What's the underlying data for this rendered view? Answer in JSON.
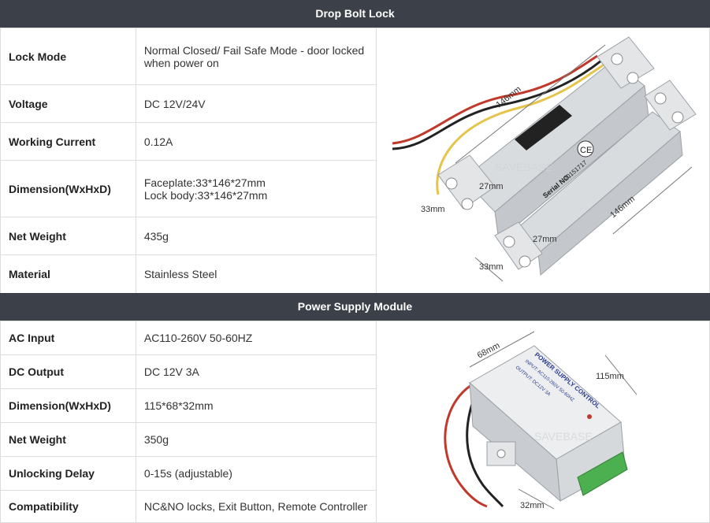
{
  "sections": {
    "drop_bolt": {
      "title": "Drop Bolt Lock",
      "rows": [
        {
          "label": "Lock Mode",
          "lines": [
            "Normal Closed/ Fail Safe Mode - door locked",
            "when power on"
          ]
        },
        {
          "label": "Voltage",
          "lines": [
            "DC 12V/24V"
          ]
        },
        {
          "label": "Working Current",
          "lines": [
            "0.12A"
          ]
        },
        {
          "label": "Dimension(WxHxD)",
          "lines": [
            "Faceplate:33*146*27mm",
            "Lock body:33*146*27mm"
          ]
        },
        {
          "label": "Net Weight",
          "lines": [
            "435g"
          ]
        },
        {
          "label": "Material",
          "lines": [
            "Stainless Steel"
          ]
        }
      ],
      "image": {
        "dim_146_top": "146mm",
        "dim_146_right": "146mm",
        "dim_27_body": "27mm",
        "dim_33_body": "33mm",
        "dim_27_plate": "27mm",
        "dim_33_plate": "33mm",
        "serial_label": "Serial NO.",
        "serial_value": "20151717",
        "watermark": "SAVEBASE",
        "ce_mark": "CE"
      }
    },
    "power_supply": {
      "title": "Power Supply Module",
      "rows": [
        {
          "label": "AC Input",
          "lines": [
            "AC110-260V 50-60HZ"
          ]
        },
        {
          "label": "DC Output",
          "lines": [
            "DC 12V 3A"
          ]
        },
        {
          "label": "Dimension(WxHxD)",
          "lines": [
            "115*68*32mm"
          ]
        },
        {
          "label": "Net Weight",
          "lines": [
            "350g"
          ]
        },
        {
          "label": "Unlocking Delay",
          "lines": [
            "0-15s (adjustable)"
          ]
        },
        {
          "label": "Compatibility",
          "lines": [
            "NC&NO locks, Exit Button, Remote Controller"
          ]
        }
      ],
      "image": {
        "dim_68": "68mm",
        "dim_115": "115mm",
        "dim_32": "32mm",
        "product_label": "POWER SUPPLY CONTROL",
        "input_text": "INPUT: AC110-260V 50-60HZ",
        "output_text": "OUTPUT: DC12V 3A",
        "watermark": "SAVEBASE"
      }
    }
  }
}
